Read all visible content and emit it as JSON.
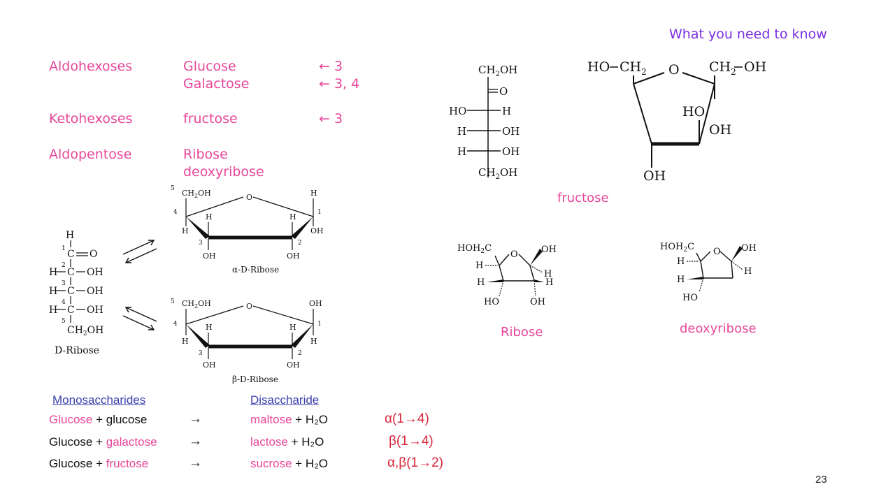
{
  "header": {
    "title": "What you need to know"
  },
  "classes": [
    {
      "category": "Aldohexoses",
      "items": [
        {
          "name": "Glucose",
          "note": "← 3"
        },
        {
          "name": "Galactose",
          "note": "← 3, 4"
        }
      ]
    },
    {
      "category": "Ketohexoses",
      "items": [
        {
          "name": "fructose",
          "note": "← 3"
        }
      ]
    },
    {
      "category": "Aldopentose",
      "items": [
        {
          "name": "Ribose",
          "note": ""
        },
        {
          "name": "deoxyribose",
          "note": ""
        }
      ]
    }
  ],
  "captions": {
    "fructose": "fructose",
    "ribose": "Ribose",
    "deoxyribose": "deoxyribose"
  },
  "structures": {
    "d_ribose": "D-Ribose",
    "alpha_ribose": "α-D-Ribose",
    "beta_ribose": "β-D-Ribose"
  },
  "table": {
    "col1": "Monosaccharides",
    "col2": "Disaccharide",
    "rows": [
      {
        "a": "Glucose",
        "plus": " + ",
        "b": "glucose",
        "arrow": "→",
        "product": "maltose",
        "water": "+ H₂O",
        "bond": "α(1→4)"
      },
      {
        "a": "Glucose",
        "plus": " + ",
        "b": "galactose",
        "arrow": "→",
        "product": "lactose",
        "water": "+ H₂O",
        "bond": "β(1→4)"
      },
      {
        "a": "Glucose",
        "plus": " + ",
        "b": "fructose",
        "arrow": "→",
        "product": "sucrose",
        "water": "+ H₂O",
        "bond": "α,β(1→2)"
      }
    ]
  },
  "colors": {
    "pink": "#e8479a",
    "purple": "#7a2fe0",
    "blue": "#3b3fae",
    "red": "#d8263a"
  },
  "footer": {
    "page_number": "23"
  }
}
